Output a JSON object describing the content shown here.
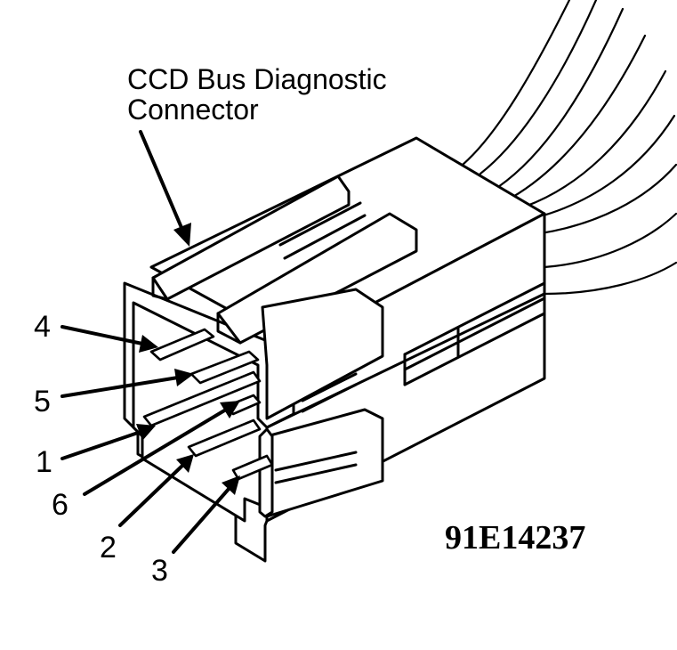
{
  "diagram": {
    "title_line1": "CCD Bus Diagnostic",
    "title_line2": "Connector",
    "figure_code": "91E14237",
    "pins": [
      {
        "id": "pin-4",
        "label": "4"
      },
      {
        "id": "pin-5",
        "label": "5"
      },
      {
        "id": "pin-1",
        "label": "1"
      },
      {
        "id": "pin-6",
        "label": "6"
      },
      {
        "id": "pin-2",
        "label": "2"
      },
      {
        "id": "pin-3",
        "label": "3"
      }
    ]
  }
}
